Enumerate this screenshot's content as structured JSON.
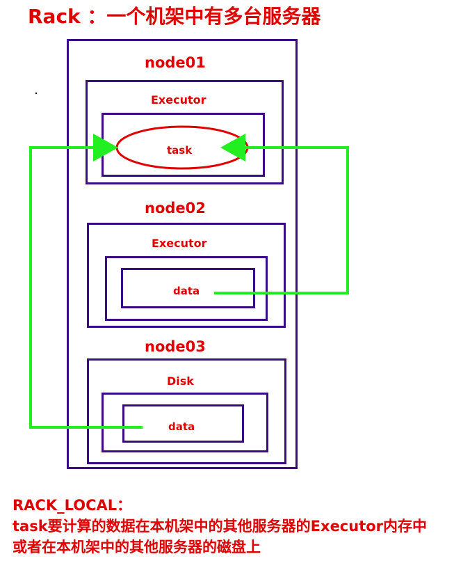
{
  "title": "Rack ：一个机架中有多台服务器",
  "rack": {
    "nodes": [
      {
        "label": "node01",
        "inner_label": "Executor",
        "content_label": "task"
      },
      {
        "label": "node02",
        "inner_label": "Executor",
        "content_label": "data"
      },
      {
        "label": "node03",
        "inner_label": "Disk",
        "content_label": "data"
      }
    ]
  },
  "colors": {
    "rack_border": "#3c0a82",
    "text": "#e00000",
    "arrow": "#22ee22",
    "task_ellipse": "#e00000"
  },
  "footer": {
    "heading": "RACK_LOCAL：",
    "line1": "task要计算的数据在本机架中的其他服务器的Executor内存中",
    "line2": "或者在本机架中的其他服务器的磁盘上"
  }
}
